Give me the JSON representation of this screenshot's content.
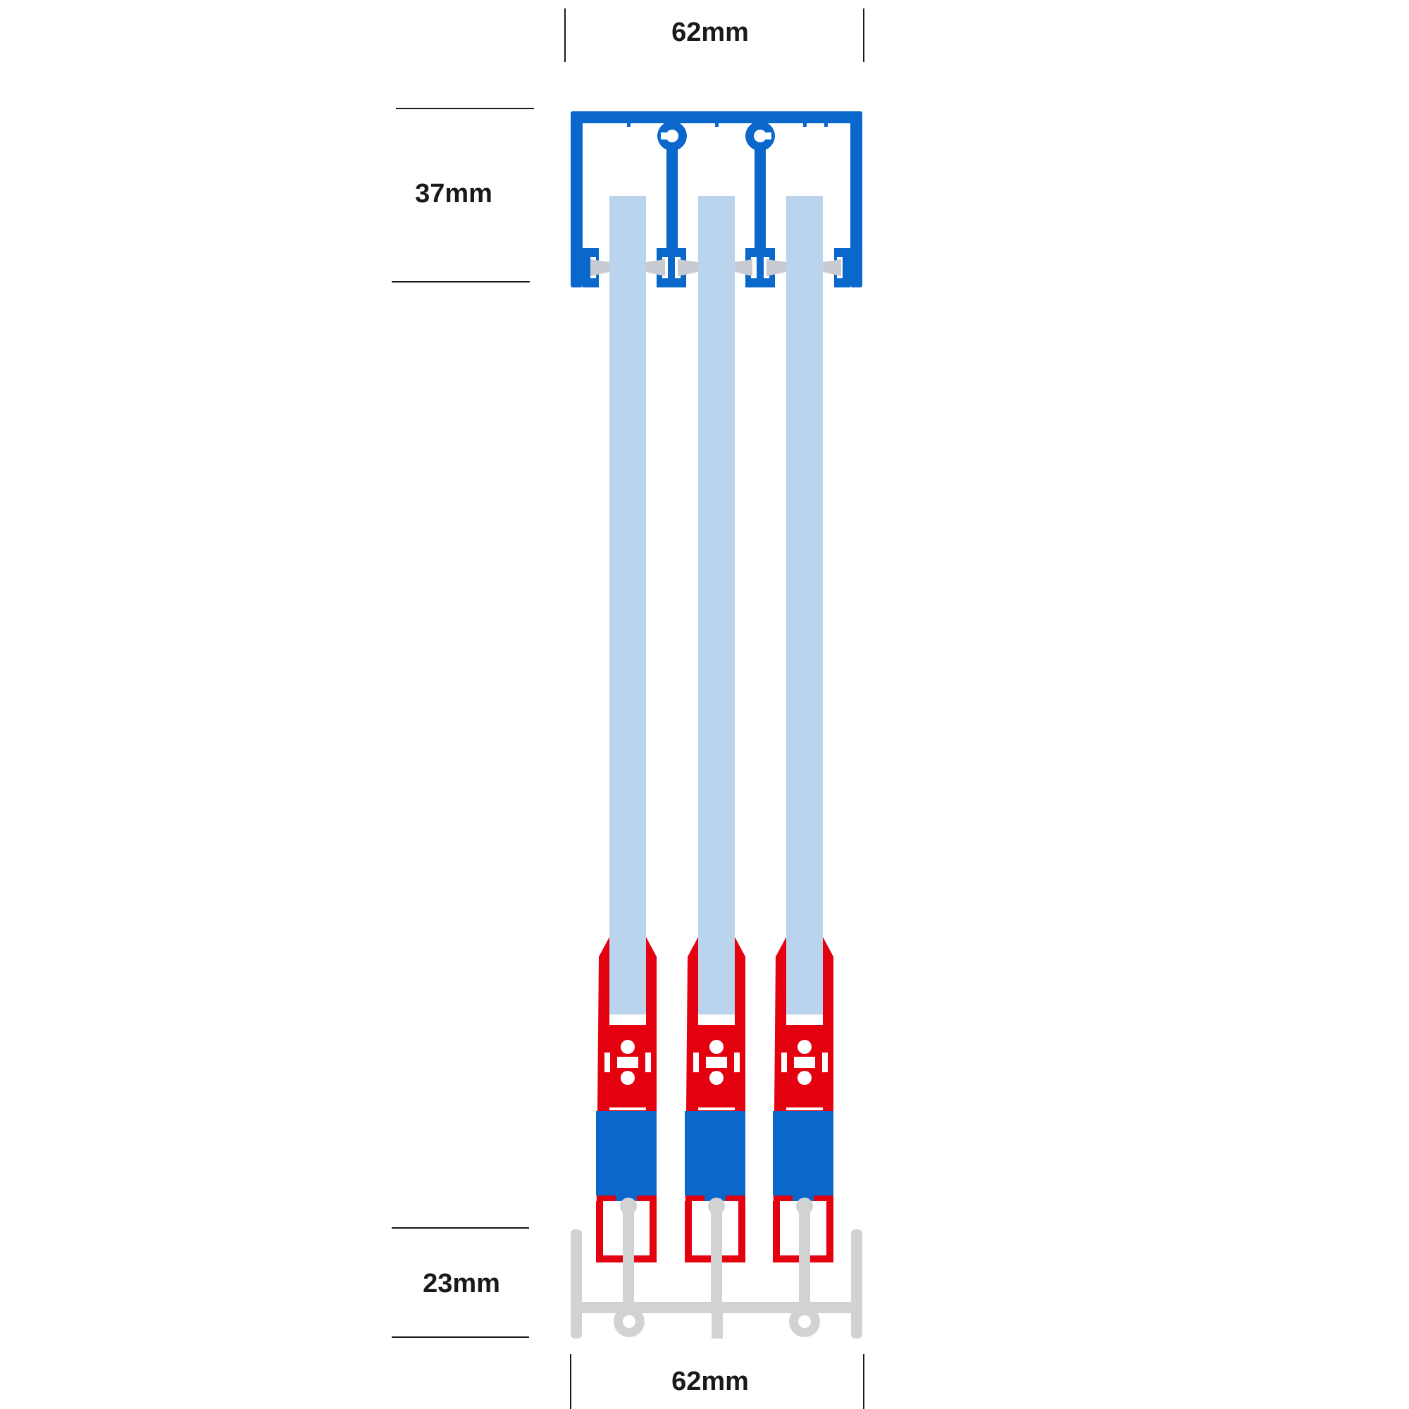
{
  "dimensions": {
    "top_width": "62mm",
    "top_track_height": "37mm",
    "bottom_track_height": "23mm",
    "bottom_width": "62mm"
  },
  "panel_count": 3,
  "colors": {
    "top_track": "#0a68cc",
    "glass": "#bad4ee",
    "bottom_frame": "#e3000f",
    "wheel_block": "#0a68cc",
    "bottom_rail": "#d2d2d2",
    "brush_seal": "#c8ccd2",
    "dimension_text": "#1a1a1a"
  }
}
